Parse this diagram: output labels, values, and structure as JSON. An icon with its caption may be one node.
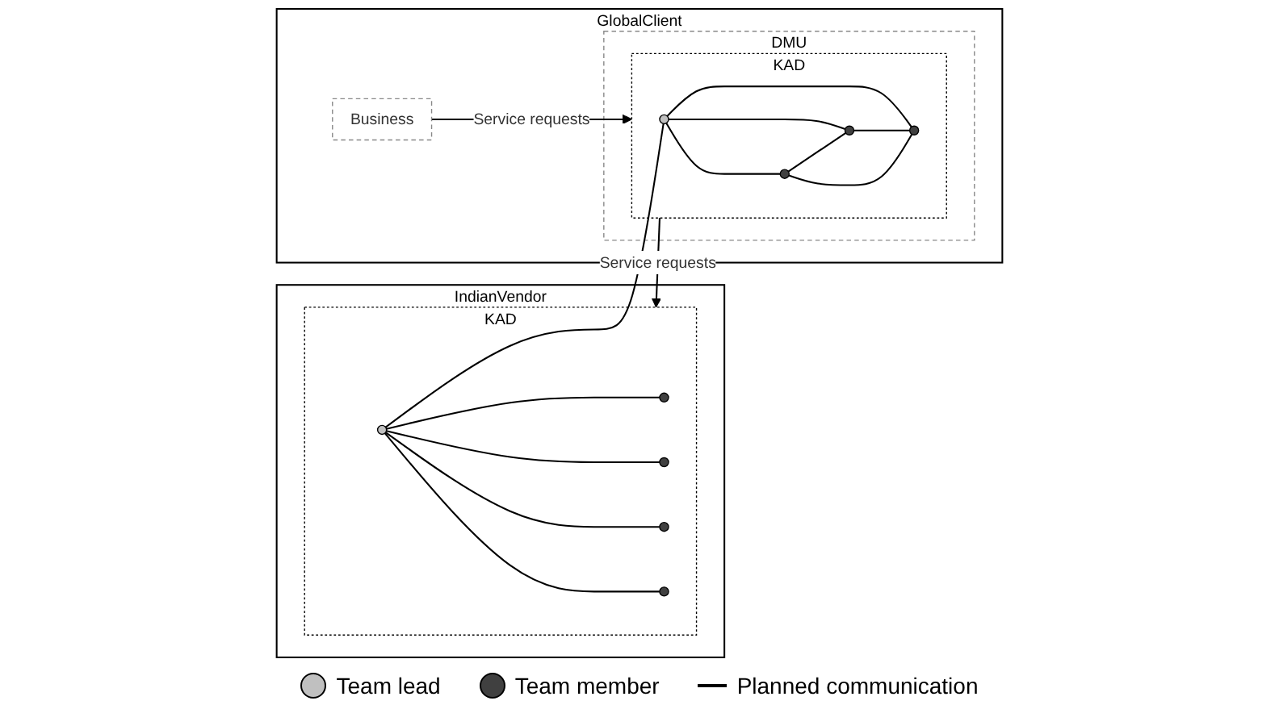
{
  "diagram": {
    "nodes": [
      {
        "text": [
          "IndianVendor"
        ]
      },
      {
        "text": [
          "KAD"
        ],
        "in": 0
      },
      {
        "text": [],
        "shape": "circle",
        "in": 1
      },
      {
        "text": [],
        "shape": "circle",
        "in": 1
      },
      {
        "text": [],
        "shape": "circle",
        "in": 1
      },
      {
        "text": [],
        "shape": "circle",
        "in": 1
      },
      {
        "text": [],
        "shape": "circle",
        "in": 1
      },
      {
        "text": [
          "GlobalClient"
        ]
      },
      {
        "text": [
          "DMU"
        ],
        "in": 7
      },
      {
        "text": [
          "KAD"
        ],
        "in": 8
      },
      {
        "text": [],
        "shape": "circle",
        "in": 9
      },
      {
        "text": [],
        "shape": "circle",
        "in": 9
      },
      {
        "text": [],
        "shape": "circle",
        "in": 9
      },
      {
        "text": [],
        "shape": "circle",
        "in": 9
      },
      {
        "text": [
          "Business"
        ],
        "in": 7
      }
    ],
    "edges": [
      {
        "from": 14,
        "to": 9,
        "arrow": "to",
        "label": "Service requests"
      },
      {
        "from": 9,
        "to": 1,
        "arrow": "to",
        "label": "Service requests"
      },
      {
        "from": 2,
        "to": 10,
        "arrow": "none"
      },
      {
        "from": 2,
        "to": 3,
        "arrow": "none"
      },
      {
        "from": 2,
        "to": 4,
        "arrow": "none"
      },
      {
        "from": 2,
        "to": 5,
        "arrow": "none"
      },
      {
        "from": 2,
        "to": 6,
        "arrow": "none"
      },
      {
        "from": 10,
        "to": 11,
        "arrow": "none"
      },
      {
        "from": 10,
        "to": 12,
        "arrow": "none"
      },
      {
        "from": 10,
        "to": 13,
        "arrow": "none"
      },
      {
        "from": 11,
        "to": 12,
        "arrow": "none"
      },
      {
        "from": 12,
        "to": 13,
        "arrow": "none"
      },
      {
        "from": 11,
        "to": 13,
        "arrow": "none"
      }
    ],
    "legend": [
      {
        "text": "Team lead",
        "color": "#c0c0c0"
      },
      {
        "text": "Team member",
        "color": "#404040"
      },
      {
        "text": "Planned communication"
      }
    ]
  }
}
